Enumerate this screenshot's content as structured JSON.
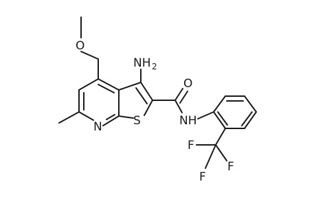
{
  "molecule": {
    "atoms": {
      "O": "O",
      "N": "N",
      "S": "S",
      "NH2_main": "NH",
      "NH2_sub": "2",
      "NH": "NH",
      "F1": "F",
      "F2": "F",
      "F3": "F"
    }
  }
}
